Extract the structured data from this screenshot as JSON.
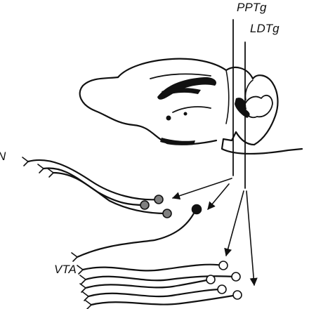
{
  "labels": {
    "pptg": "PPTg",
    "ldtg": "LDTg",
    "snc": "N",
    "vta": "VTA"
  },
  "colors": {
    "ink": "#111111",
    "soma_gray": "#808080",
    "soma_black": "#111111",
    "soma_open": "#ffffff"
  }
}
